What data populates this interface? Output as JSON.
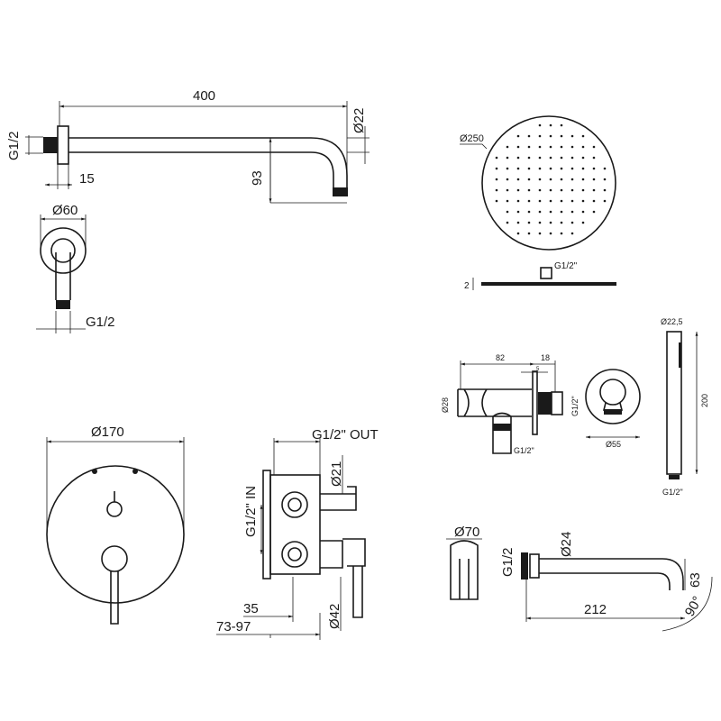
{
  "arm": {
    "length": "400",
    "diameter": "Ø22",
    "thread": "G1/2",
    "flange_depth": "15",
    "drop": "93"
  },
  "flange": {
    "diameter": "Ø60",
    "thread": "G1/2"
  },
  "head": {
    "diameter": "Ø250",
    "thread": "G1/2\"",
    "thickness": "2"
  },
  "elbow": {
    "length": "82",
    "depth": "18",
    "plate": "5",
    "diameter": "Ø28",
    "thread_out": "G1/2\"",
    "thread_down": "G1/2\""
  },
  "wall_outlet": {
    "diameter": "Ø55"
  },
  "hand_shower": {
    "diameter": "Ø22,5",
    "length": "200",
    "thread": "G1/2\""
  },
  "mixer_plate": {
    "diameter": "Ø170"
  },
  "valve": {
    "out": "G1/2\" OUT",
    "in": "G1/2\" IN",
    "d1": "Ø21",
    "depth": "35",
    "range": "73-97",
    "d2": "Ø42"
  },
  "spout": {
    "rosette": "Ø70",
    "thread": "G1/2",
    "diameter": "Ø24",
    "height": "63",
    "length": "212",
    "angle": "90°"
  }
}
